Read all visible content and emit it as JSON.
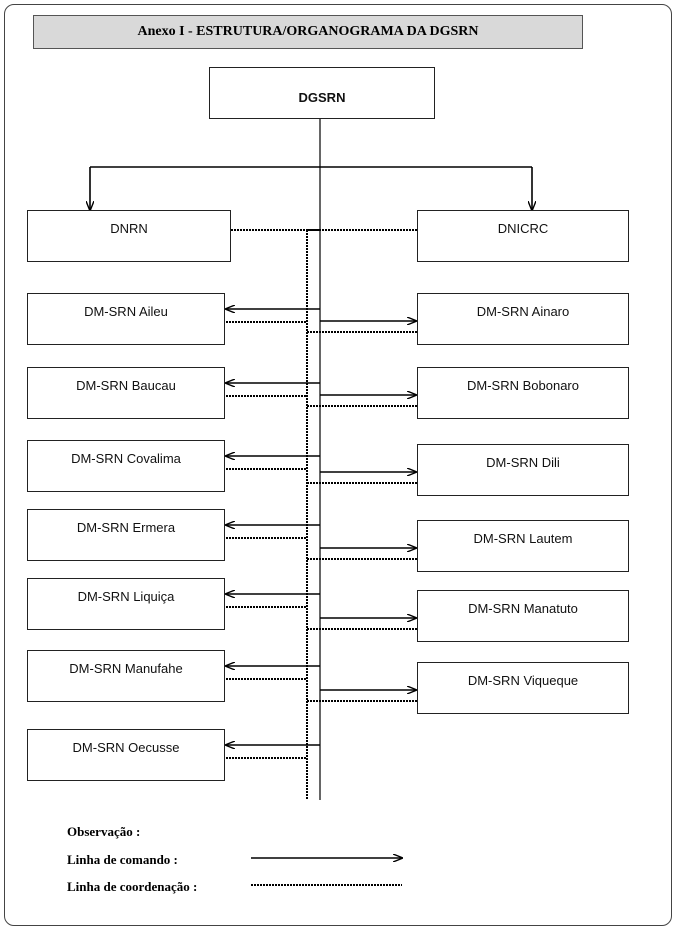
{
  "title": "Anexo I - ESTRUTURA/ORGANOGRAMA DA DGSRN",
  "root": "DGSRN",
  "national": {
    "left": "DNRN",
    "right": "DNICRC"
  },
  "left_units": [
    "DM-SRN Aileu",
    "DM-SRN Baucau",
    "DM-SRN Covalima",
    "DM-SRN Ermera",
    "DM-SRN Liquiça",
    "DM-SRN Manufahe",
    "DM-SRN Oecusse"
  ],
  "right_units": [
    "DM-SRN Ainaro",
    "DM-SRN Bobonaro",
    "DM-SRN Dili",
    "DM-SRN Lautem",
    "DM-SRN Manatuto",
    "DM-SRN Viqueque"
  ],
  "legend": {
    "heading": "Observação :",
    "command": "Linha de comando :",
    "coordination": "Linha de coordenação :"
  }
}
